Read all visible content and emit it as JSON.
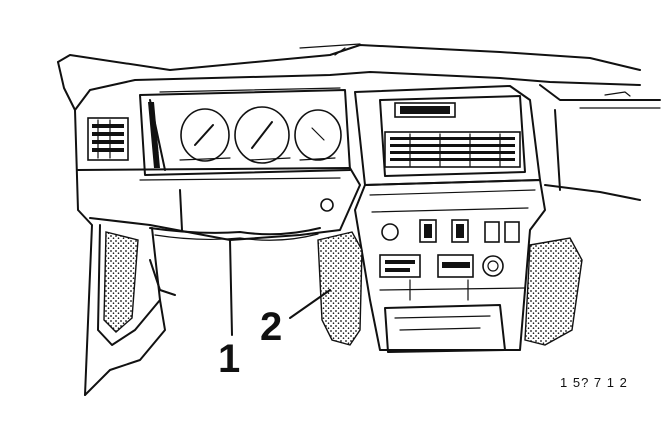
{
  "callouts": [
    {
      "number": "1"
    },
    {
      "number": "2"
    }
  ],
  "reference_code": "1 5? 7 1 2"
}
